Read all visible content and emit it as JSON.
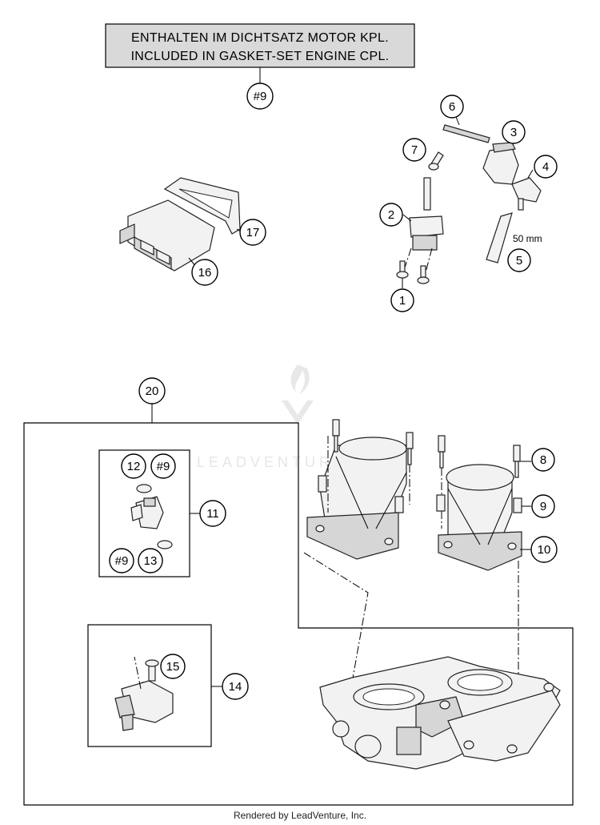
{
  "note": {
    "line1": "ENTHALTEN IM DICHTSATZ MOTOR KPL.",
    "line2": "INCLUDED IN GASKET-SET ENGINE CPL."
  },
  "callouts": {
    "c_note9": "#9",
    "c1": "1",
    "c2": "2",
    "c3": "3",
    "c4": "4",
    "c5": "5",
    "c6": "6",
    "c7": "7",
    "c8": "8",
    "c9": "9",
    "c10": "10",
    "c11": "11",
    "c12": "12",
    "c12_9": "#9",
    "c13": "13",
    "c13_9": "#9",
    "c14": "14",
    "c15": "15",
    "c16": "16",
    "c17": "17",
    "c20": "20"
  },
  "dimension": "50 mm",
  "watermark": "LEADVENTURE",
  "footer": "Rendered by LeadVenture, Inc."
}
